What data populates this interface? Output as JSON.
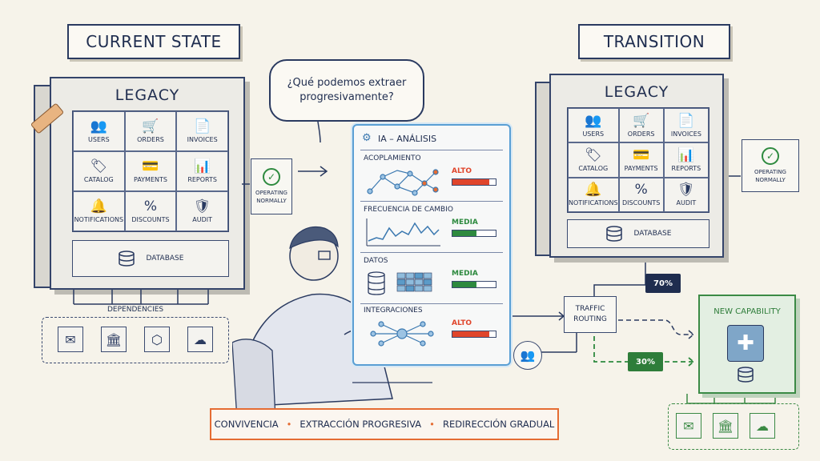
{
  "current_state": {
    "title": "CURRENT STATE",
    "legacy_title": "LEGACY",
    "modules": [
      {
        "label": "USERS",
        "icon": "users-icon",
        "glyph": "👥"
      },
      {
        "label": "ORDERS",
        "icon": "cart-icon",
        "glyph": "🛒"
      },
      {
        "label": "INVOICES",
        "icon": "document-icon",
        "glyph": "📄"
      },
      {
        "label": "CATALOG",
        "icon": "tag-icon",
        "glyph": "🏷"
      },
      {
        "label": "PAYMENTS",
        "icon": "credit-card-icon",
        "glyph": "💳"
      },
      {
        "label": "REPORTS",
        "icon": "bar-chart-icon",
        "glyph": "📊"
      },
      {
        "label": "NOTIFICATIONS",
        "icon": "bell-icon",
        "glyph": "🔔"
      },
      {
        "label": "DISCOUNTS",
        "icon": "percent-icon",
        "glyph": "%"
      },
      {
        "label": "AUDIT",
        "icon": "shield-check-icon",
        "glyph": "🛡"
      }
    ],
    "database_label": "DATABASE",
    "status": "OPERATING NORMALLY",
    "dependencies_label": "DEPENDENCIES",
    "dependencies": [
      {
        "icon": "mail-icon",
        "glyph": "✉"
      },
      {
        "icon": "bank-icon",
        "glyph": "🏛"
      },
      {
        "icon": "cube-icon",
        "glyph": "⬡"
      },
      {
        "icon": "cloud-icon",
        "glyph": "☁"
      }
    ]
  },
  "speech_bubble": "¿Qué podemos extraer progresivamente?",
  "analysis": {
    "title": "IA – ANÁLISIS",
    "rows": [
      {
        "label": "ACOPLAMIENTO",
        "level": "ALTO",
        "level_color": "#e0452b",
        "fill": 0.85
      },
      {
        "label": "FRECUENCIA DE CAMBIO",
        "level": "MEDIA",
        "level_color": "#2e8a3f",
        "fill": 0.55
      },
      {
        "label": "DATOS",
        "level": "MEDIA",
        "level_color": "#2e8a3f",
        "fill": 0.55
      },
      {
        "label": "INTEGRACIONES",
        "level": "ALTO",
        "level_color": "#e0452b",
        "fill": 0.85
      }
    ]
  },
  "transition": {
    "title": "TRANSITION",
    "legacy_title": "LEGACY",
    "modules": [
      {
        "label": "USERS",
        "icon": "users-icon",
        "glyph": "👥"
      },
      {
        "label": "ORDERS",
        "icon": "cart-icon",
        "glyph": "🛒"
      },
      {
        "label": "INVOICES",
        "icon": "document-icon",
        "glyph": "📄"
      },
      {
        "label": "CATALOG",
        "icon": "tag-icon",
        "glyph": "🏷"
      },
      {
        "label": "PAYMENTS",
        "icon": "credit-card-icon",
        "glyph": "💳"
      },
      {
        "label": "REPORTS",
        "icon": "bar-chart-icon",
        "glyph": "📊"
      },
      {
        "label": "NOTIFICATIONS",
        "icon": "bell-icon",
        "glyph": "🔔"
      },
      {
        "label": "DISCOUNTS",
        "icon": "percent-icon",
        "glyph": "%"
      },
      {
        "label": "AUDIT",
        "icon": "shield-check-icon",
        "glyph": "🛡"
      }
    ],
    "database_label": "DATABASE",
    "status": "OPERATING NORMALLY",
    "routing_label": "TRAFFIC ROUTING",
    "legacy_share": "70%",
    "new_share": "30%",
    "new_capability": "NEW CAPABILITY",
    "dependencies": [
      {
        "icon": "mail-icon",
        "glyph": "✉"
      },
      {
        "icon": "bank-icon",
        "glyph": "🏛"
      },
      {
        "icon": "cloud-icon",
        "glyph": "☁"
      }
    ]
  },
  "banner": {
    "items": [
      "CONVIVENCIA",
      "EXTRACCIÓN PROGRESIVA",
      "REDIRECCIÓN GRADUAL"
    ],
    "separator": "•"
  },
  "colors": {
    "ink": "#2a3a60",
    "accent_blue": "#5a9fd4",
    "alto": "#e0452b",
    "media": "#2e8a3f",
    "new_capability": "#3b8a45",
    "banner": "#e56c33",
    "pct_legacy": "#1f2d4f",
    "pct_new": "#2e7d3a"
  }
}
